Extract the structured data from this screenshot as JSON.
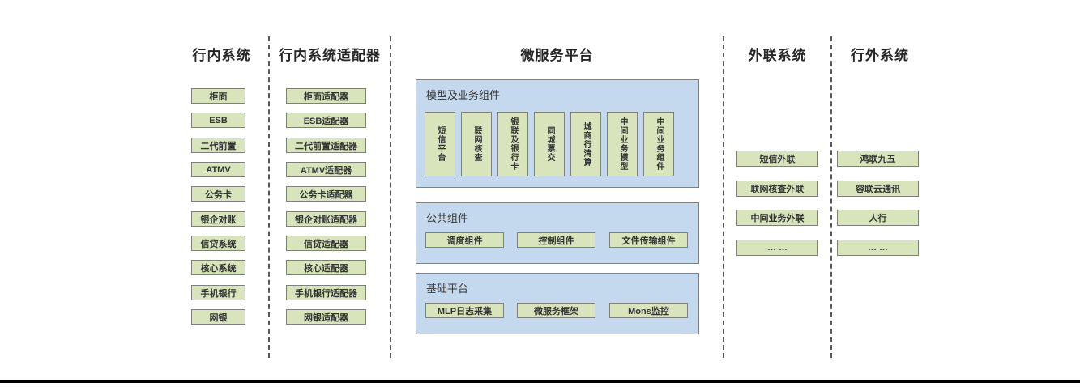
{
  "diagram": {
    "colors": {
      "box_green": "#d7e4bc",
      "panel_blue": "#c5d9ee",
      "box_border": "#7f7f7f",
      "dash_gray": "#595959",
      "bottom_rule": "#000000"
    },
    "columns": [
      {
        "title": "行内系统",
        "items": [
          "柜面",
          "ESB",
          "二代前置",
          "ATMV",
          "公务卡",
          "银企对账",
          "信贷系统",
          "核心系统",
          "手机银行",
          "网银"
        ]
      },
      {
        "title": "行内系统适配器",
        "items": [
          "柜面适配器",
          "ESB适配器",
          "二代前置适配器",
          "ATMV适配器",
          "公务卡适配器",
          "银企对账适配器",
          "信贷适配器",
          "核心适配器",
          "手机银行适配器",
          "网银适配器"
        ]
      },
      {
        "title": "微服务平台",
        "panels": [
          {
            "title": "模型及业务组件",
            "items": [
              "短信平台",
              "联网核查",
              "银联及银行卡",
              "同城票交",
              "城商行清算",
              "中间业务模型",
              "中间业务组件"
            ]
          },
          {
            "title": "公共组件",
            "items": [
              "调度组件",
              "控制组件",
              "文件传输组件"
            ]
          },
          {
            "title": "基础平台",
            "items": [
              "MLP日志采集",
              "微服务框架",
              "Mons监控"
            ]
          }
        ]
      },
      {
        "title": "外联系统",
        "items": [
          "短信外联",
          "联网核查外联",
          "中间业务外联",
          "… …"
        ]
      },
      {
        "title": "行外系统",
        "items": [
          "鸿联九五",
          "容联云通讯",
          "人行",
          "… …"
        ]
      }
    ]
  }
}
